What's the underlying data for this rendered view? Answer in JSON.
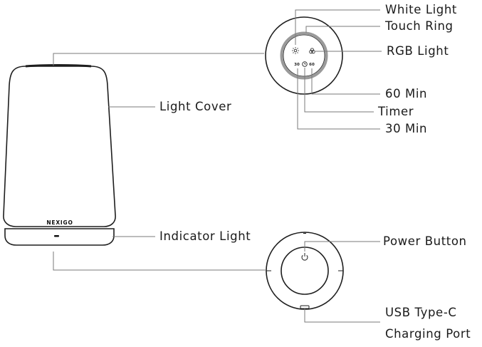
{
  "labels": {
    "white_light": "White Light",
    "touch_ring": "Touch Ring",
    "rgb_light": "RGB Light",
    "min_60": "60 Min",
    "timer": "Timer",
    "min_30": "30 Min",
    "light_cover": "Light Cover",
    "indicator_light": "Indicator Light",
    "power_button": "Power Button",
    "usb_line1": "USB Type-C",
    "usb_line2": "Charging Port"
  },
  "device": {
    "brand": "NEXIGO",
    "top_panel": {
      "mark_30": "30",
      "mark_60": "60"
    }
  },
  "icons": {
    "white_light": "sun-icon",
    "rgb_light": "rgb-circles-icon",
    "timer": "clock-icon",
    "power": "power-icon"
  }
}
